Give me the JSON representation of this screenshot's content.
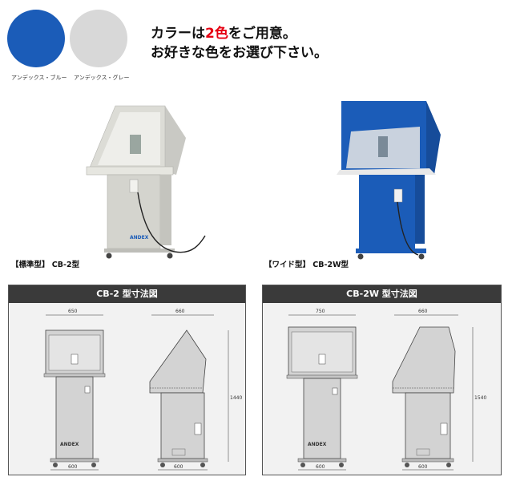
{
  "colors": {
    "blue": "#1b5cb8",
    "grey": "#d8d8d8",
    "accent": "#e60012"
  },
  "swatches": {
    "blue_label": "アンデックス・ブルー",
    "grey_label": "アンデックス・グレー"
  },
  "headline": {
    "line1_pre": "カラーは",
    "line1_accent": "2色",
    "line1_post": "をご用意。",
    "line2": "お好きな色をお選び下さい。"
  },
  "products": {
    "standard_caption": "【標準型】 CB-2型",
    "wide_caption": "【ワイド型】 CB-2W型",
    "brand": "ANDEX"
  },
  "diagrams": {
    "cb2": {
      "title": "CB-2 型寸法図",
      "front_top_width": "650",
      "front_base_width": "600",
      "side_top_depth": "660",
      "side_base_depth": "600",
      "height": "1440",
      "brand": "ANDEX"
    },
    "cb2w": {
      "title": "CB-2W 型寸法図",
      "front_top_width": "750",
      "front_base_width": "600",
      "side_top_depth": "660",
      "side_base_depth": "600",
      "height": "1540",
      "brand": "ANDEX"
    }
  }
}
